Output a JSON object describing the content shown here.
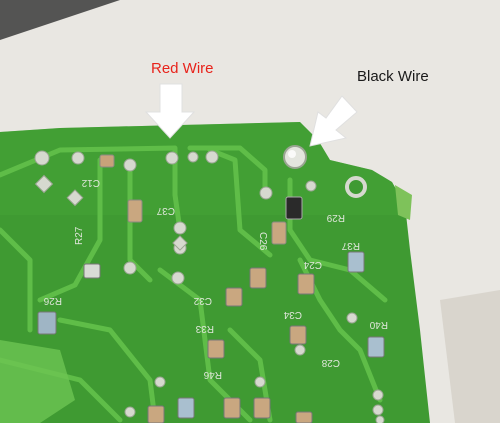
{
  "annotations": {
    "red_wire": {
      "text": "Red Wire",
      "color": "#e8231b"
    },
    "black_wire": {
      "text": "Black Wire",
      "color": "#1a1a1a"
    }
  },
  "silkscreen": {
    "c12": "C12",
    "c37": "C37",
    "r27": "R27",
    "c26": "C26",
    "r29": "R29",
    "r26": "R26",
    "c24": "C24",
    "r37": "R37",
    "c32": "C32",
    "c34": "C34",
    "r33": "R33",
    "r40": "R40",
    "c28": "C28",
    "r46": "R46"
  },
  "colors": {
    "background": "#e8e6e1",
    "board": "#3f9a32",
    "trace": "#58b244",
    "pad": "#cfd4c9",
    "arrow": "#ffffff"
  }
}
